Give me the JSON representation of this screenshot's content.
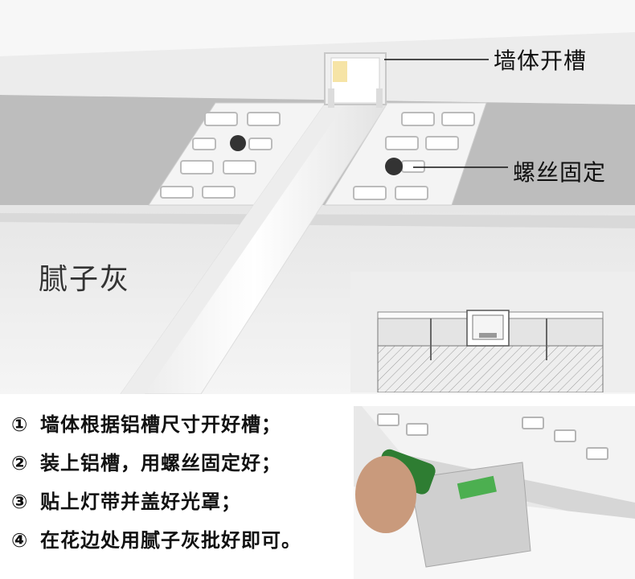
{
  "callouts": {
    "wall_slot": "墙体开槽",
    "screw_fix": "螺丝固定"
  },
  "putty_label": "腻子灰",
  "steps": [
    {
      "num": "①",
      "text": "墙体根据铝槽尺寸开好槽；"
    },
    {
      "num": "②",
      "text": "装上铝槽，用螺丝固定好；"
    },
    {
      "num": "③",
      "text": "贴上灯带并盖好光罩；"
    },
    {
      "num": "④",
      "text": "在花边处用腻子灰批好即可。"
    }
  ],
  "colors": {
    "wall_top": "#dcdcdc",
    "wall_face": "#f2f2f2",
    "aluminum": "#f7f7f7",
    "step_text": "#111111"
  }
}
